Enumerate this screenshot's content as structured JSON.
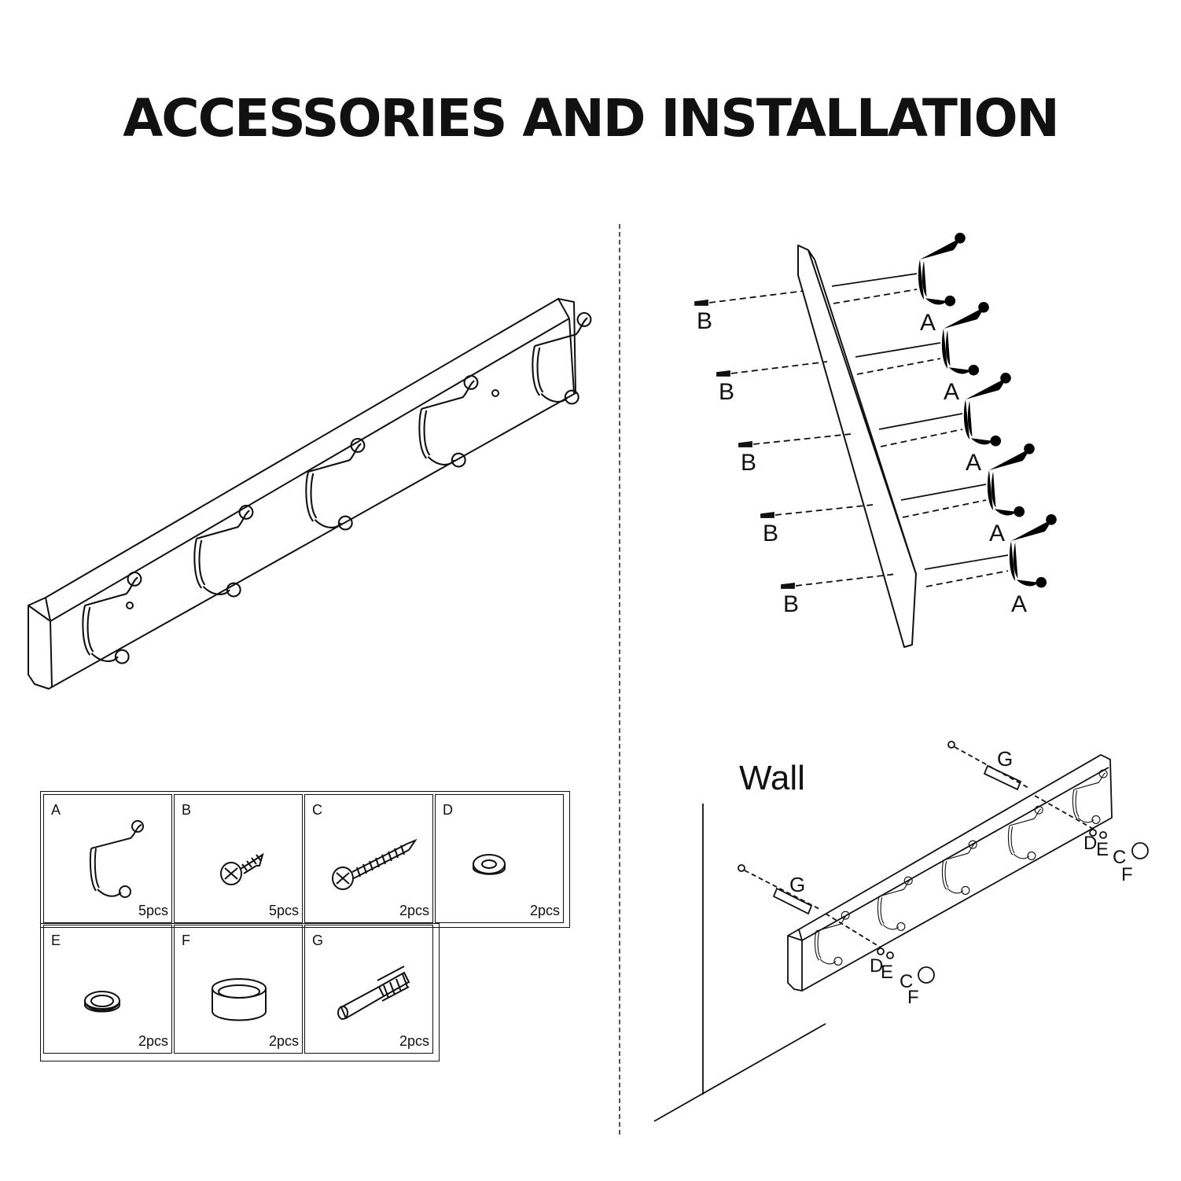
{
  "title": "ACCESSORIES AND INSTALLATION",
  "parts": [
    {
      "letter": "A",
      "qty": "5pcs",
      "icon": "double-hook-icon"
    },
    {
      "letter": "B",
      "qty": "5pcs",
      "icon": "short-screw-icon"
    },
    {
      "letter": "C",
      "qty": "2pcs",
      "icon": "long-screw-icon"
    },
    {
      "letter": "D",
      "qty": "2pcs",
      "icon": "flat-washer-icon"
    },
    {
      "letter": "E",
      "qty": "2pcs",
      "icon": "thin-washer-icon"
    },
    {
      "letter": "F",
      "qty": "2pcs",
      "icon": "screw-cap-icon"
    },
    {
      "letter": "G",
      "qty": "2pcs",
      "icon": "wall-anchor-icon"
    }
  ],
  "exploded_labels": {
    "hook": "A",
    "screw": "B"
  },
  "wall_view": {
    "wall_label": "Wall",
    "anchor": "G",
    "washer_flat": "D",
    "washer_thin": "E",
    "screw": "C",
    "cap": "F"
  }
}
